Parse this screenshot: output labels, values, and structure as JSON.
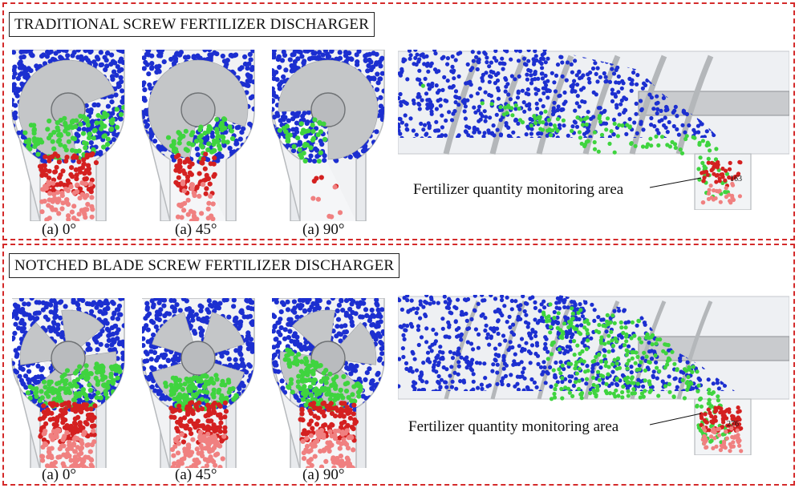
{
  "top": {
    "title": "TRADITIONAL SCREW FERTILIZER DISCHARGER",
    "captions": [
      "(a) 0°",
      "(a) 45°",
      "(a) 90°"
    ],
    "monitor_label": "Fertilizer quantity monitoring area",
    "monitor_count": "163"
  },
  "bottom": {
    "title": "NOTCHED BLADE SCREW FERTILIZER DISCHARGER",
    "captions": [
      "(a) 0°",
      "(a) 45°",
      "(a) 90°"
    ],
    "monitor_label": "Fertilizer quantity monitoring area",
    "monitor_count": "276"
  },
  "colors": {
    "frame": "#d42a2a",
    "blue_particles": "#1c2fd0",
    "green_particles": "#3fd43f",
    "red_particles": "#d42020",
    "pink_particles": "#f08080",
    "metal": "#c4c6c8"
  }
}
